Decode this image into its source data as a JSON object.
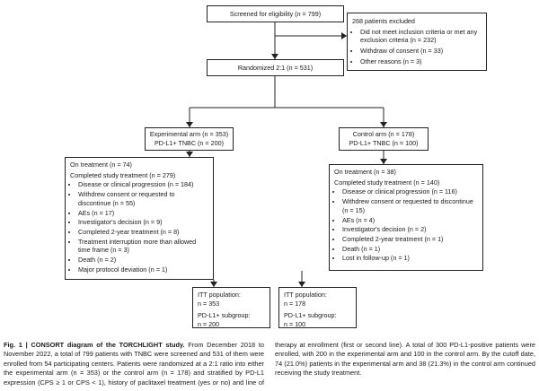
{
  "screened": {
    "pre": "Screened for eligibility (",
    "n_label": "n",
    "post": " = 799)"
  },
  "excluded": {
    "title": "268 patients excluded",
    "items": [
      "Did not meet inclusion criteria or met any exclusion criteria (n = 232)",
      "Withdraw of consent (n = 33)",
      "Other reasons (n = 3)"
    ]
  },
  "randomized": {
    "text": "Randomized 2:1 (n = 531)"
  },
  "experimental_arm": {
    "line1": "Experimental arm (n = 353)",
    "line2": "PD-L1+ TNBC (n = 200)",
    "on_treatment": "On treatment (n = 74)",
    "completed": "Completed study treatment (n = 279)",
    "reasons": [
      "Disease or clinical progression (n = 184)",
      "Withdrew consent or requested to discontinue (n = 55)",
      "AEs (n = 17)",
      "Investigator's decision (n = 9)",
      "Completed 2-year treatment (n = 8)",
      "Treatment interruption more than allowed time frame (n = 3)",
      "Death (n = 2)",
      "Major protocol deviation (n = 1)"
    ],
    "itt": "ITT population:",
    "itt_n": "n = 353",
    "sub": "PD-L1+ subgroup:",
    "sub_n": "n = 200"
  },
  "control_arm": {
    "line1": "Control arm (n = 178)",
    "line2": "PD-L1+ TNBC (n = 100)",
    "on_treatment": "On treatment (n = 38)",
    "completed": "Completed study treatment (n = 140)",
    "reasons": [
      "Disease or clinical progression (n = 116)",
      "Withdrew consent or requested to discontinue (n = 15)",
      "AEs (n = 4)",
      "Investigator's decision (n = 2)",
      "Completed 2-year treatment (n = 1)",
      "Death (n = 1)",
      "Lost in follow-up (n = 1)"
    ],
    "itt": "ITT population:",
    "itt_n": "n = 178",
    "sub": "PD-L1+ subgroup:",
    "sub_n": "n = 100"
  },
  "caption": {
    "label": "Fig. 1 | CONSORT diagram of the TORCHLIGHT study.",
    "body": " From December 2018 to November 2022, a total of 799 patients with TNBC were screened and 531 of them were enrolled from 54 participating centers. Patients were randomized at a 2:1 ratio into either the experimental arm (n = 353) or the control arm (n = 178) and stratified by PD-L1 expression (CPS ≥ 1 or CPS < 1), history of paclitaxel treatment (yes or no) and line of therapy at enrollment (first or second line). A total of 300 PD-L1-positive patients were enrolled, with 200 in the experimental arm and 100 in the control arm. By the cutoff date, 74 (21.0%) patients in the experimental arm and 38 (21.3%) in the control arm continued receiving the study treatment."
  },
  "colors": {
    "line": "#222222",
    "text": "#1a1a1a"
  }
}
